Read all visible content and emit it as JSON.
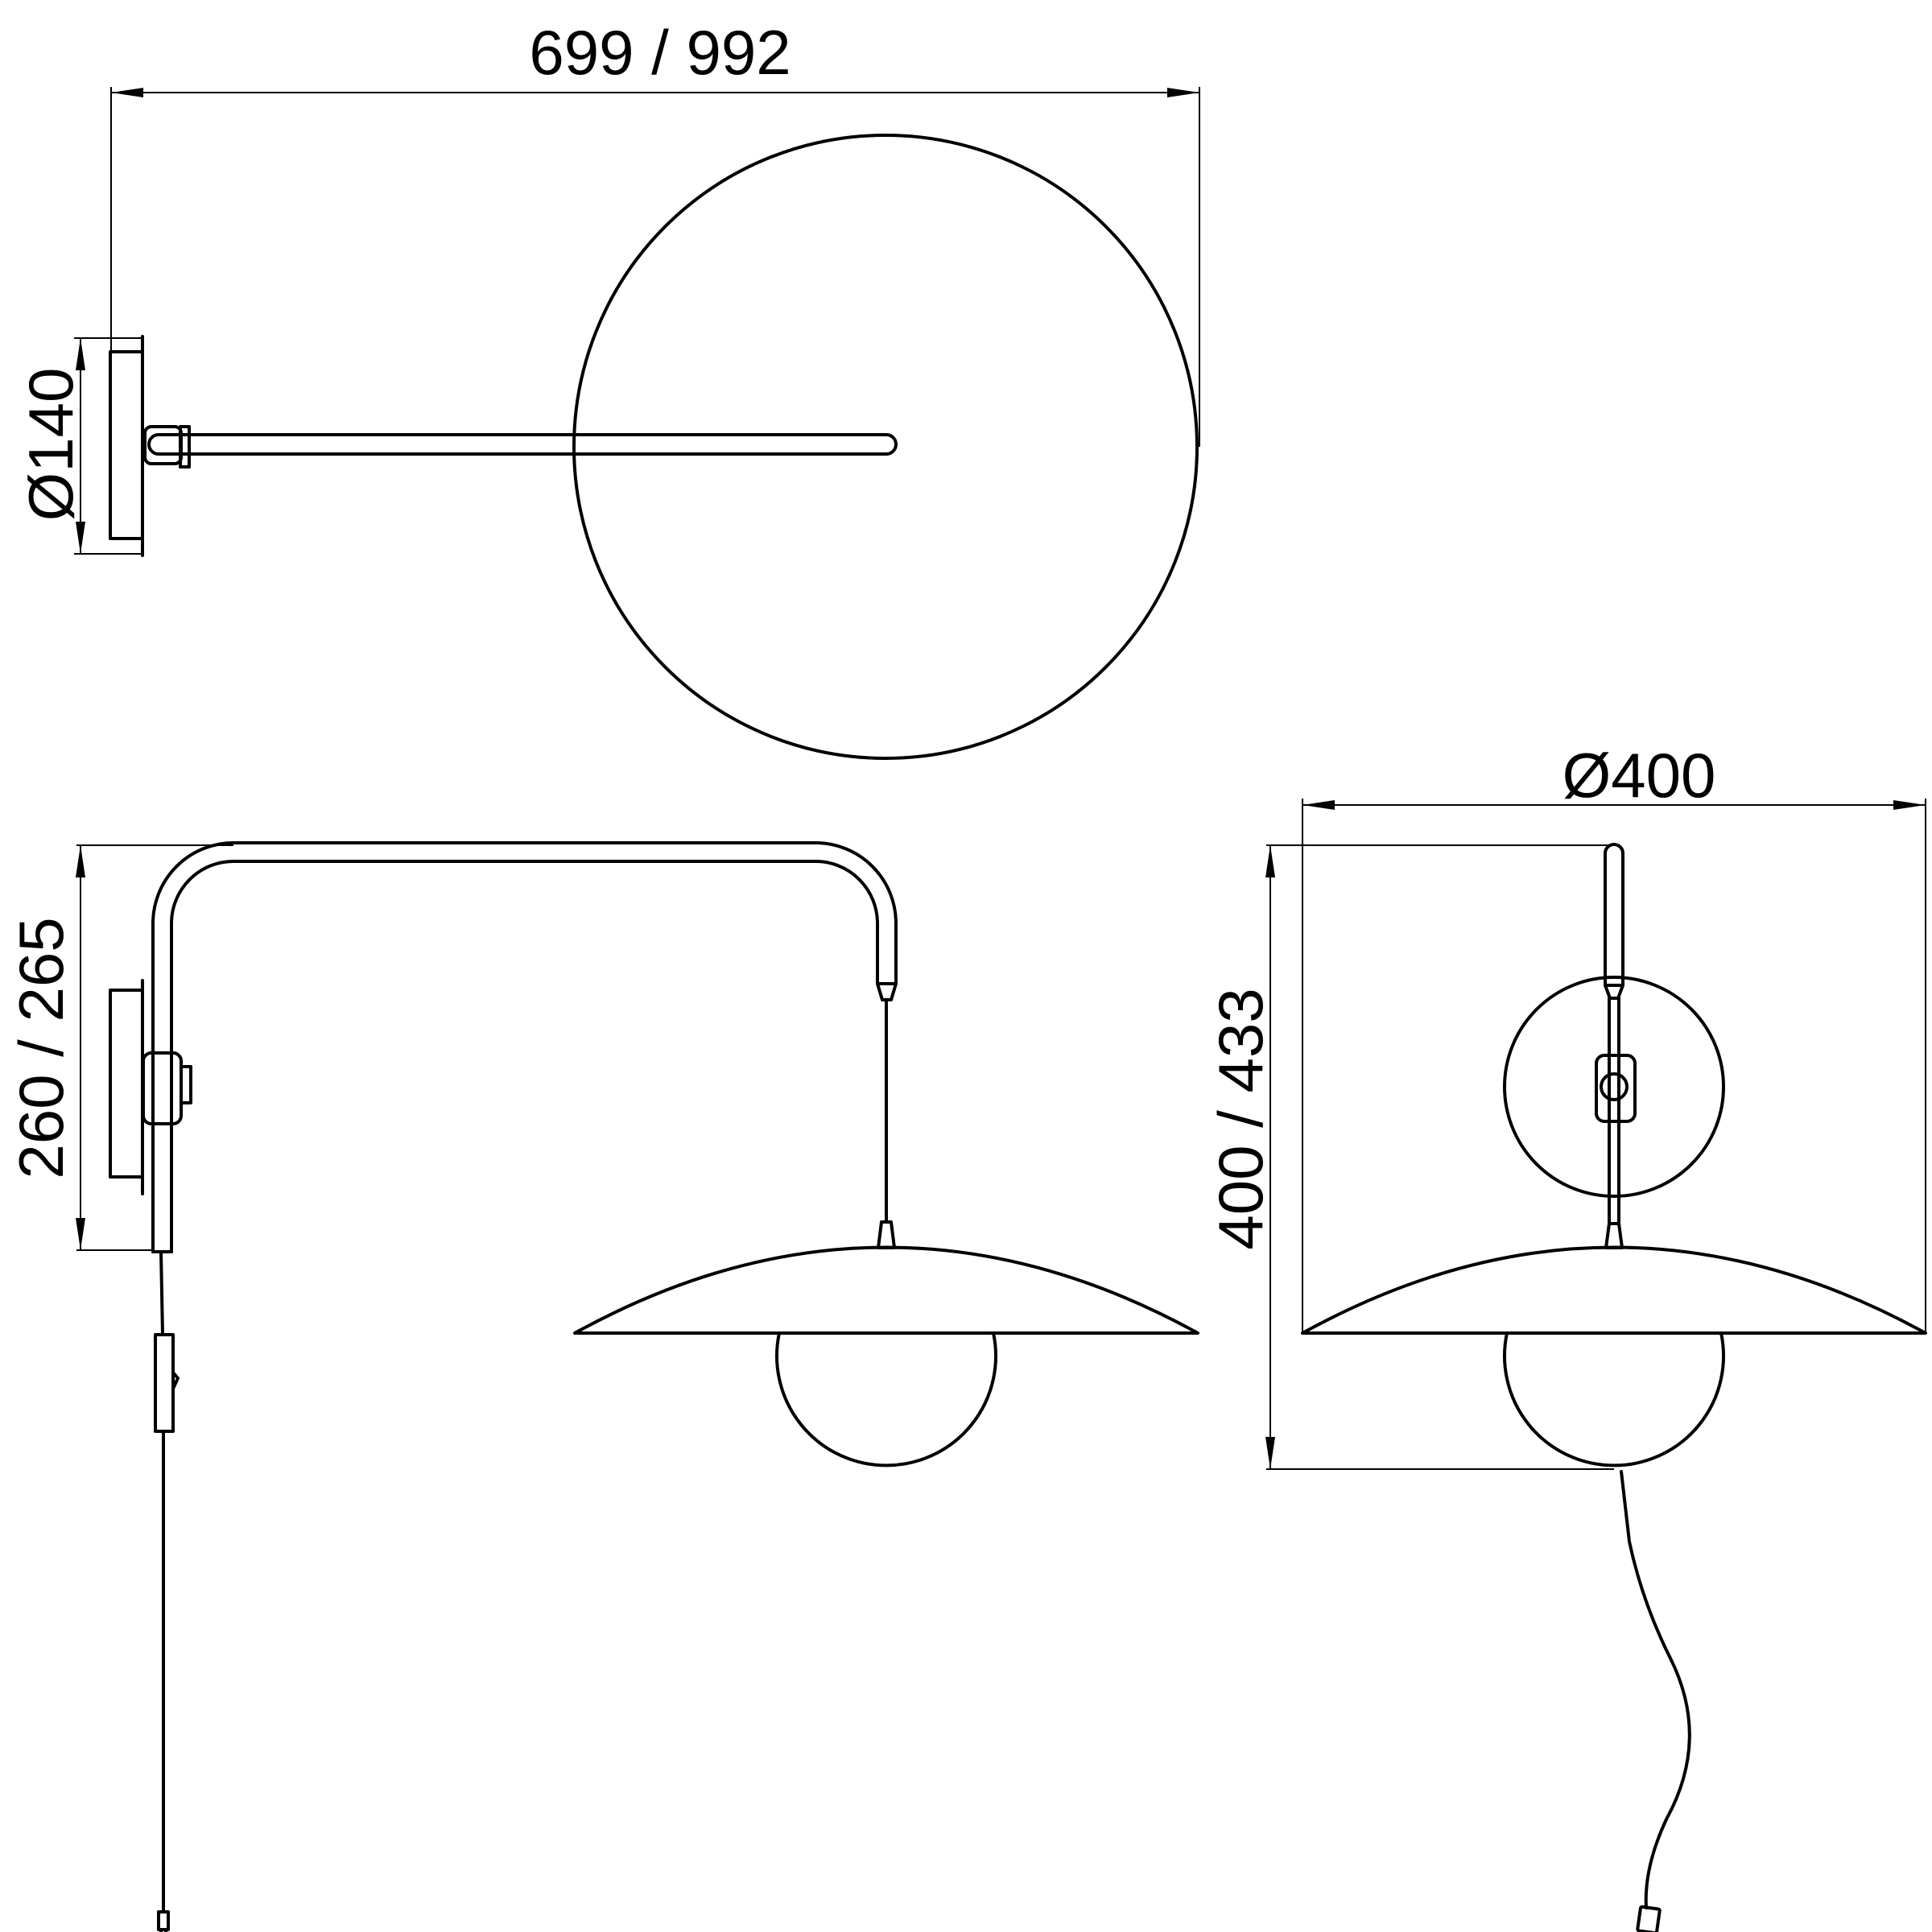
{
  "drawing": {
    "top_view": {
      "width_label": "699 / 992",
      "diameter_label": "Ø140"
    },
    "side_view": {
      "height_label": "260 / 265"
    },
    "front_view": {
      "diameter_label": "Ø400",
      "height_label": "400 / 433"
    }
  },
  "colors": {
    "line": "#000000",
    "background": "#ffffff"
  }
}
